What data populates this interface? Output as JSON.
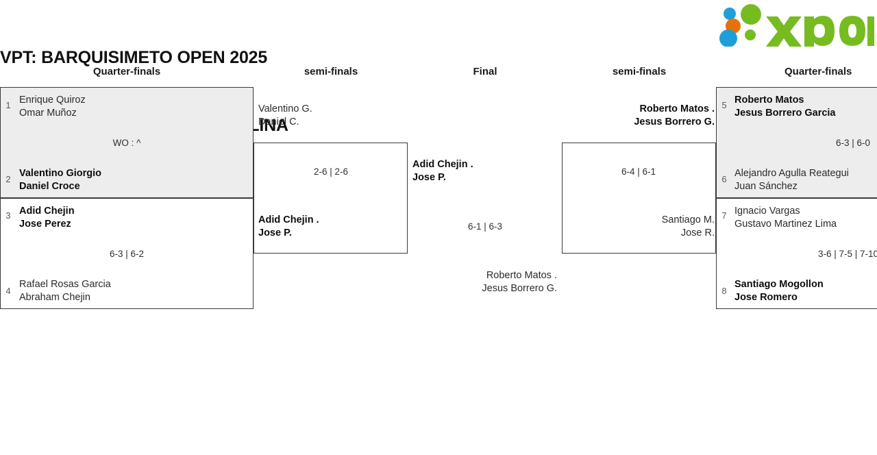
{
  "header": {
    "title_line1": "VPT: BARQUISIMETO OPEN 2025",
    "title_line2": "Final round. TERCERA MASCULINA",
    "logo_text": "xporty"
  },
  "colors": {
    "logo_green": "#76bc21",
    "logo_blue": "#1f9fd8",
    "logo_orange": "#e8700a",
    "box_gray": "#ededed",
    "box_border": "#3a3a3a",
    "text": "#1a1a1a",
    "seed_text": "#55595c"
  },
  "rounds": {
    "quarter_finals_left": "Quarter-finals",
    "semi_finals_left": "semi-finals",
    "final": "Final",
    "semi_finals_right": "semi-finals",
    "quarter_finals_right": "Quarter-finals"
  },
  "bracket": {
    "quarter_finals_left": [
      {
        "highlighted": true,
        "score": "WO : ^",
        "top": {
          "seed": "1",
          "winner": false,
          "player1": "Enrique Quiroz",
          "player2": "Omar Muñoz"
        },
        "bottom": {
          "seed": "2",
          "winner": true,
          "player1": "Valentino Giorgio",
          "player2": "Daniel Croce"
        }
      },
      {
        "highlighted": false,
        "score": "6-3 | 6-2",
        "top": {
          "seed": "3",
          "winner": true,
          "player1": "Adid Chejin",
          "player2": "Jose Perez"
        },
        "bottom": {
          "seed": "4",
          "winner": false,
          "player1": "Rafael Rosas Garcia",
          "player2": "Abraham Chejin"
        }
      }
    ],
    "semi_final_left": {
      "score": "2-6 | 2-6",
      "top": {
        "winner": false,
        "player1": "Valentino G.",
        "player2": "Daniel C."
      },
      "bottom": {
        "winner": true,
        "player1": "Adid Chejin .",
        "player2": "Jose P."
      }
    },
    "final": {
      "score": "6-1 | 6-3",
      "top": {
        "winner": true,
        "player1": "Adid Chejin .",
        "player2": "Jose P."
      },
      "bottom": {
        "winner": false,
        "player1": "Roberto Matos .",
        "player2": "Jesus Borrero G."
      }
    },
    "semi_final_right": {
      "score": "6-4 | 6-1",
      "top": {
        "winner": true,
        "player1": "Roberto Matos .",
        "player2": "Jesus Borrero G."
      },
      "bottom": {
        "winner": false,
        "player1": "Santiago M.",
        "player2": "Jose R."
      }
    },
    "quarter_finals_right": [
      {
        "highlighted": true,
        "score": "6-3 | 6-0",
        "top": {
          "seed": "5",
          "winner": true,
          "player1": "Roberto Matos",
          "player2": "Jesus Borrero Garcia"
        },
        "bottom": {
          "seed": "6",
          "winner": false,
          "player1": "Alejandro Agulla Reategui",
          "player2": "Juan Sánchez"
        }
      },
      {
        "highlighted": false,
        "score": "3-6 | 7-5 | 7-10",
        "top": {
          "seed": "7",
          "winner": false,
          "player1": "Ignacio Vargas",
          "player2": "Gustavo Martinez Lima"
        },
        "bottom": {
          "seed": "8",
          "winner": true,
          "player1": "Santiago Mogollon",
          "player2": "Jose Romero"
        }
      }
    ]
  }
}
